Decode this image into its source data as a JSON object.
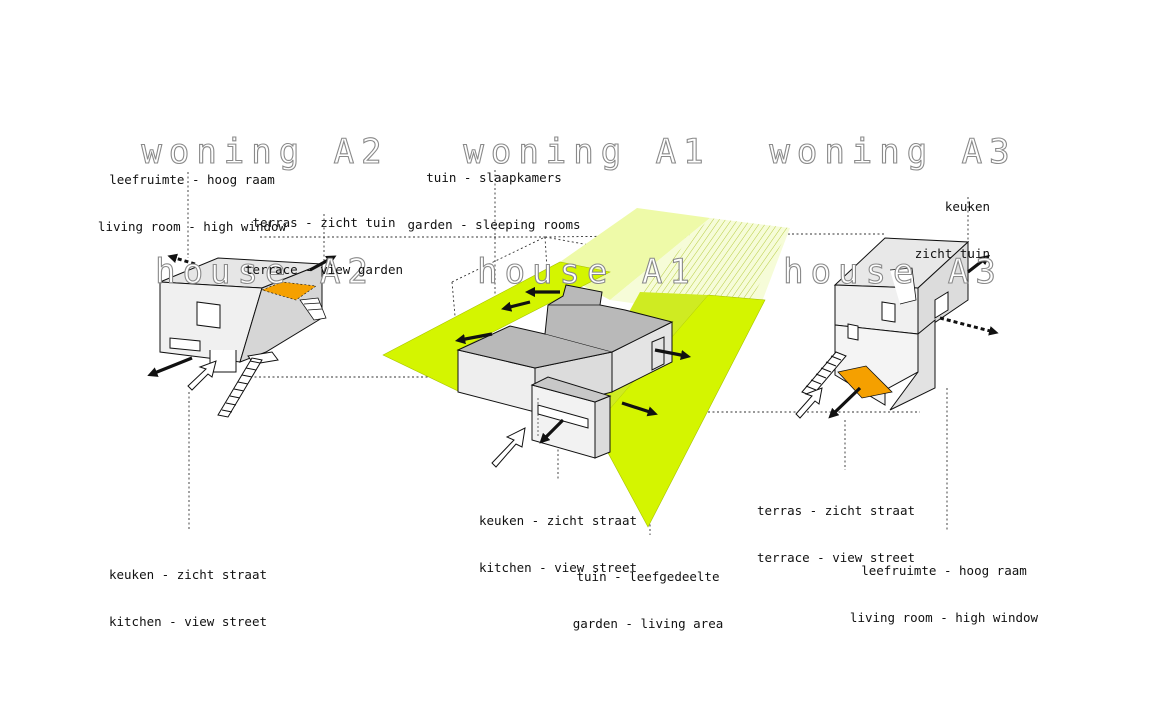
{
  "titles": {
    "a2": {
      "nl": "woning A2",
      "en": "house A2"
    },
    "a1": {
      "nl": "woning A1",
      "en": "house A1"
    },
    "a3": {
      "nl": "woning A3",
      "en": "house A3"
    }
  },
  "labels": {
    "a2_living": {
      "nl": "leefruimte - hoog raam",
      "en": "living room - high window"
    },
    "a2_terrace": {
      "nl": "terras - zicht tuin",
      "en": "terrace - view garden"
    },
    "a2_kitchen": {
      "nl": "keuken - zicht straat",
      "en": "kitchen - view street"
    },
    "a1_garden_sleep": {
      "nl": "tuin - slaapkamers",
      "en": "garden - sleeping rooms"
    },
    "a1_kitchen": {
      "nl": "keuken - zicht straat",
      "en": "kitchen - view street"
    },
    "a1_garden_living": {
      "nl": "tuin - leefgedeelte",
      "en": "garden - living area"
    },
    "a3_kitchen": {
      "nl": "keuken",
      "en": "zicht tuin"
    },
    "a3_terrace": {
      "nl": "terras - zicht straat",
      "en": "terrace - view street"
    },
    "a3_living": {
      "nl": "leefruimte - hoog raam",
      "en": "living room - high window"
    }
  },
  "colors": {
    "garden_green": "#d4f500",
    "garden_light": "#eefaa8",
    "garden_pale": "#f6fcd8",
    "terrace_orange": "#f5a000",
    "wall_light": "#eeeeee",
    "wall_mid": "#dcdcdc",
    "roof_gray": "#b9b9b9",
    "line": "#111111"
  }
}
